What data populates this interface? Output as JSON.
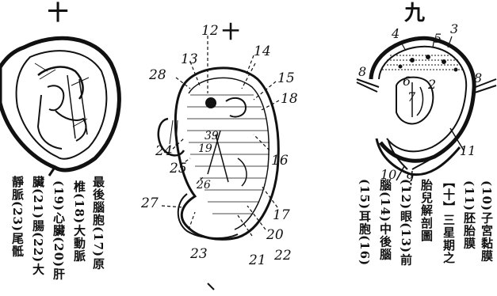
{
  "figures": {
    "fig_left": {
      "heading": "十"
    },
    "fig_middle": {
      "heading": "十",
      "labels": [
        "12",
        "13",
        "14",
        "15",
        "16",
        "17",
        "18",
        "19",
        "20",
        "21",
        "22",
        "23",
        "24",
        "25",
        "26",
        "27",
        "28",
        "39"
      ]
    },
    "fig_right": {
      "heading": "九",
      "labels": [
        "2",
        "3",
        "4",
        "5",
        "6",
        "7",
        "8",
        "8",
        "9",
        "10",
        "11"
      ]
    }
  },
  "captions": {
    "right_columns": [
      "(10)子宮黏膜",
      "(11)胚胎膜",
      "【十】三星期之",
      "胎兒解剖圖",
      "(12)眼(13)前",
      "腦(14)中後腦",
      "(15)耳胞(16)"
    ],
    "left_columns": [
      "最後腦胞(17)原",
      "椎(18)大動脈",
      "(19)心臟(20)肝",
      "臟(21)腸(22)大",
      "靜脈(23)尾骶"
    ]
  }
}
